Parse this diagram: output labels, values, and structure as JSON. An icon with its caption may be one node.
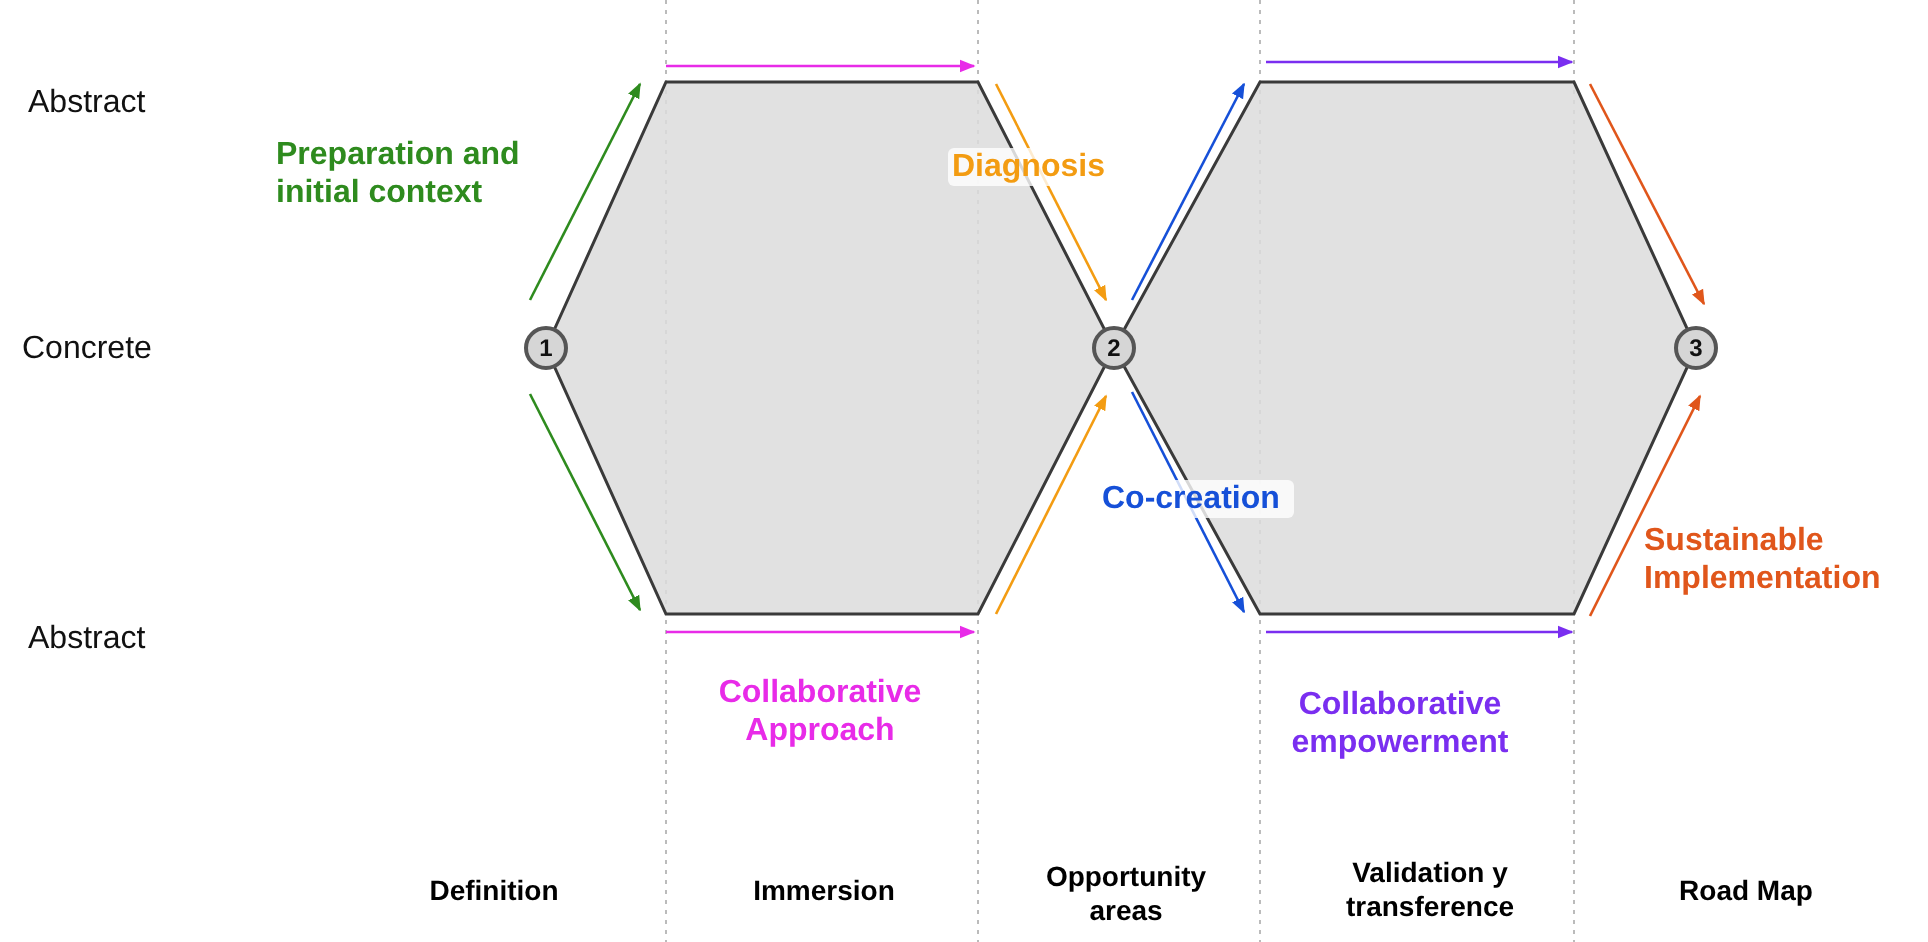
{
  "diagram": {
    "nodes": [
      {
        "text": [],
        "shape": "hexagon"
      },
      {
        "text": [],
        "shape": "hexagon"
      },
      {
        "text": [
          "1"
        ]
      },
      {
        "text": [
          "2"
        ]
      },
      {
        "text": [
          "3"
        ]
      }
    ],
    "labels": [
      "Abstract",
      "Preparation and initial context",
      "Diagnosis",
      "Concrete",
      "Co-creation",
      "Sustainable Implementation",
      "Abstract",
      "Collaborative Approach",
      "Collaborative empowerment",
      "Definition",
      "Immersion",
      "Opportunity areas",
      "Validation y transference",
      "Road Map"
    ]
  }
}
